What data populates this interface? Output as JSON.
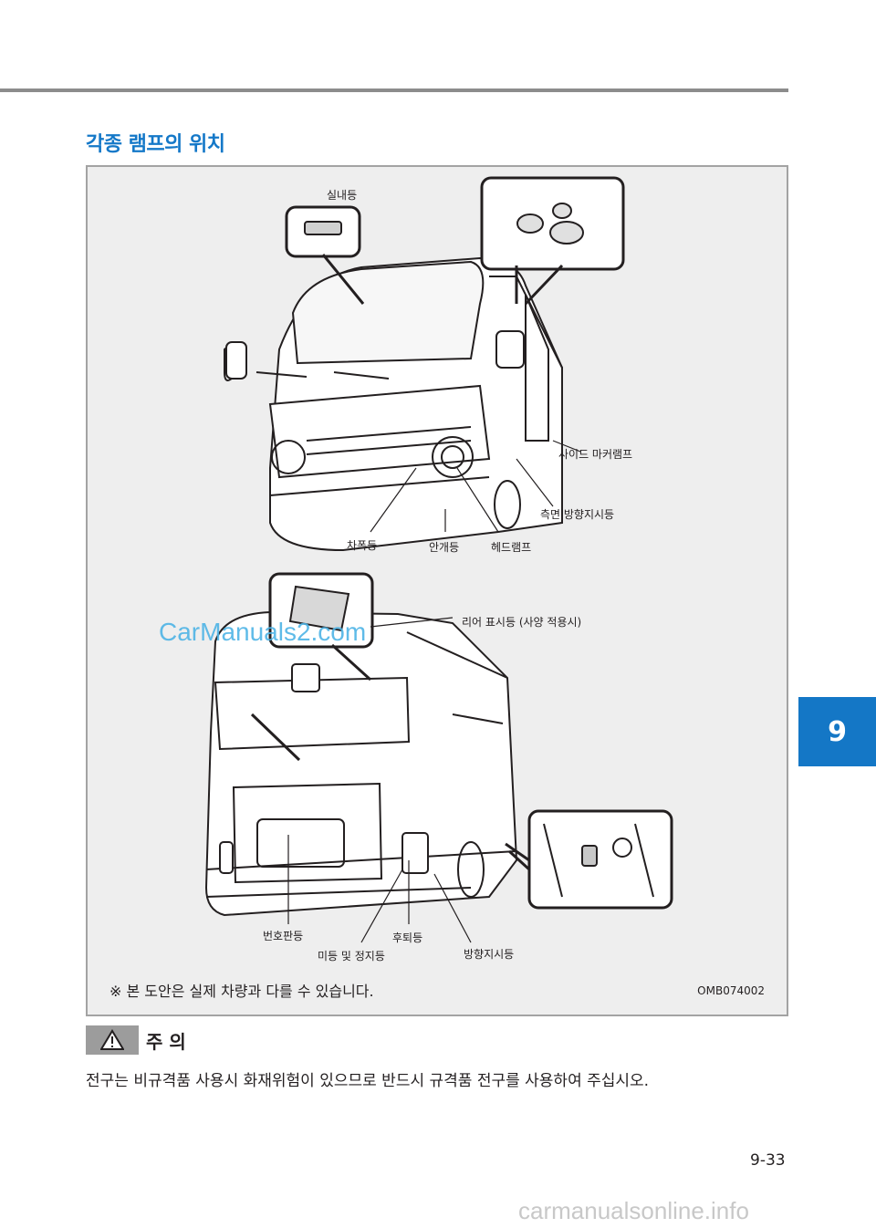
{
  "section_title": "각종 램프의 위치",
  "figure": {
    "labels": {
      "interior": "실내등",
      "side_marker": "사이드 마커램프",
      "side_turn": "측면 방향지시등",
      "position": "차폭등",
      "fog": "안개등",
      "headlamp": "헤드램프",
      "rear_indicator": "리어 표시등 (사양 적용시)",
      "license": "번호판등",
      "reverse": "후퇴등",
      "tail_stop": "미등 및 정지등",
      "turn": "방향지시등"
    },
    "note": "※ 본 도안은 실제 차량과 다를 수 있습니다.",
    "code": "OMB074002",
    "watermark": "CarManuals2.com"
  },
  "chapter_tab": "9",
  "caution": {
    "title": "주 의",
    "text": "전구는 비규격품 사용시 화재위험이 있으므로 반드시 규격품 전구를 사용하여 주십시오."
  },
  "page_number": "9-33",
  "footer_watermark": "carmanualsonline.info"
}
